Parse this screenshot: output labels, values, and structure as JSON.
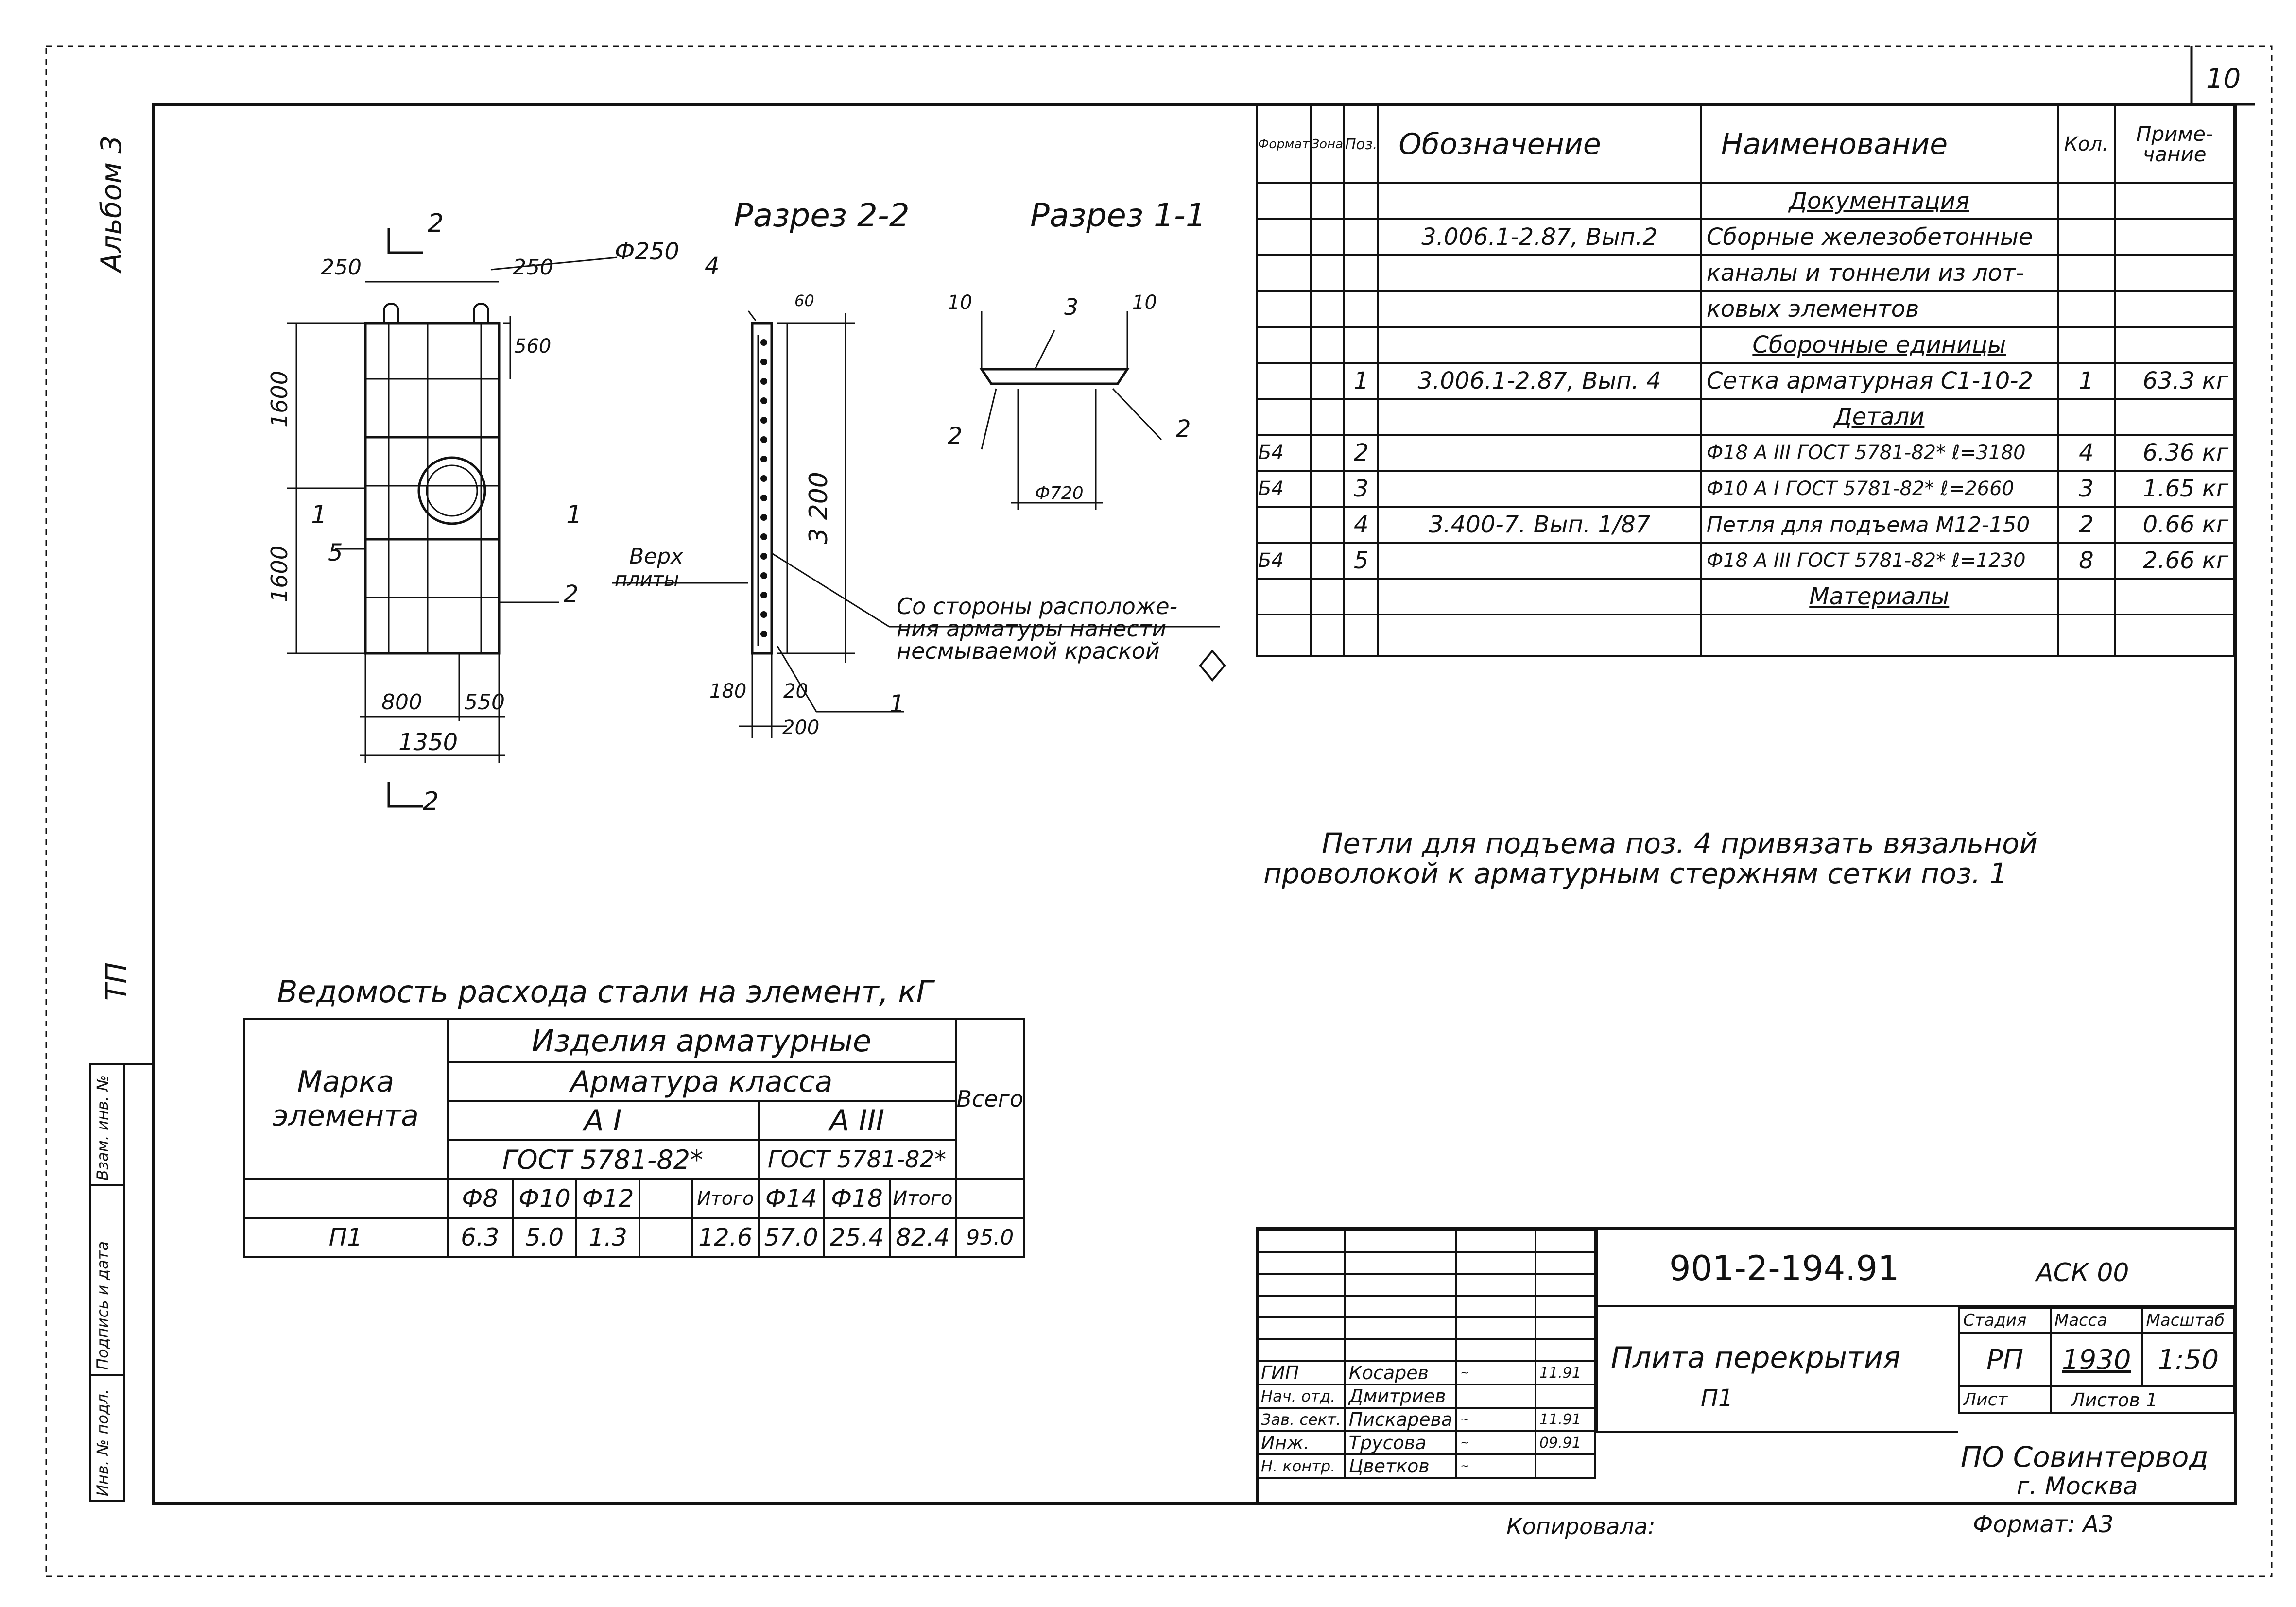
{
  "sheet_number": "10",
  "side_labels": {
    "album": "Альбом 3",
    "tp": "ТП",
    "box": [
      "Инв. № подл.",
      "Подпись и дата",
      "Взам. инв. №"
    ]
  },
  "drawing": {
    "section_22": "Разрез 2-2",
    "section_11": "Разрез 1-1",
    "dims_plan": {
      "d250_left": "250",
      "d250_right": "250",
      "phi250": "Ф250",
      "d560": "560",
      "d1600_top": "1600",
      "d1600_bottom": "1600",
      "d800": "800",
      "d550": "550",
      "d1350": "1350",
      "mark2_top": "2",
      "mark2_bottom": "2",
      "mark1_left": "1",
      "mark1_right": "1",
      "pos5": "5",
      "pos2": "2"
    },
    "dims_section22": {
      "pos4": "4",
      "d60": "60",
      "d3200": "3 200",
      "d180": "180",
      "d20": "20",
      "d200": "200",
      "pos1": "1",
      "top_label_1": "Верх",
      "top_label_2": "плиты"
    },
    "note_paint": [
      "Со стороны расположе-",
      "ния арматуры нанести",
      "несмываемой краской"
    ],
    "dims_section11": {
      "d10_left": "10",
      "pos3": "3",
      "d10_right": "10",
      "pos2_left": "2",
      "pos2_right": "2",
      "phi720": "Ф720"
    }
  },
  "spec": {
    "headers": {
      "format": "Формат",
      "zone": "Зона",
      "pos": "Поз.",
      "designation": "Обозначение",
      "name": "Наименование",
      "qty": "Кол.",
      "note": "Приме-чание"
    },
    "rows": [
      {
        "format": "",
        "pos": "",
        "designation": "",
        "name": "Документация",
        "qty": "",
        "note": "",
        "section": true
      },
      {
        "format": "",
        "pos": "",
        "designation": "3.006.1-2.87, Вып.2",
        "name": "Сборные железобетонные",
        "qty": "",
        "note": "",
        "section": false
      },
      {
        "format": "",
        "pos": "",
        "designation": "",
        "name": "каналы и тоннели из лот-",
        "qty": "",
        "note": "",
        "section": false
      },
      {
        "format": "",
        "pos": "",
        "designation": "",
        "name": "ковых элементов",
        "qty": "",
        "note": "",
        "section": false
      },
      {
        "format": "",
        "pos": "",
        "designation": "",
        "name": "Сборочные единицы",
        "qty": "",
        "note": "",
        "section": true
      },
      {
        "format": "",
        "pos": "1",
        "designation": "3.006.1-2.87, Вып. 4",
        "name": "Сетка арматурная С1-10-2",
        "qty": "1",
        "note": "63.3 кг",
        "section": false
      },
      {
        "format": "",
        "pos": "",
        "designation": "",
        "name": "Детали",
        "qty": "",
        "note": "",
        "section": true
      },
      {
        "format": "Б4",
        "pos": "2",
        "designation": "",
        "name": "Ф18 А III ГОСТ 5781-82* ℓ=3180",
        "qty": "4",
        "note": "6.36 кг",
        "section": false
      },
      {
        "format": "Б4",
        "pos": "3",
        "designation": "",
        "name": "Ф10 А I ГОСТ 5781-82* ℓ=2660",
        "qty": "3",
        "note": "1.65 кг",
        "section": false
      },
      {
        "format": "",
        "pos": "4",
        "designation": "3.400-7. Вып. 1/87",
        "name": "Петля для подъема М12-150",
        "qty": "2",
        "note": "0.66 кг",
        "section": false
      },
      {
        "format": "Б4",
        "pos": "5",
        "designation": "",
        "name": "Ф18 А III ГОСТ 5781-82* ℓ=1230",
        "qty": "8",
        "note": "2.66 кг",
        "section": false
      },
      {
        "format": "",
        "pos": "",
        "designation": "",
        "name": "Материалы",
        "qty": "",
        "note": "",
        "section": true
      },
      {
        "format": "",
        "pos": "",
        "designation": "",
        "name": "",
        "qty": "",
        "note": "",
        "section": false
      }
    ]
  },
  "note_loops": [
    "Петли для подъема поз. 4 привязать вязальной",
    "проволокой к арматурным стержням сетки поз. 1"
  ],
  "steel_table": {
    "title": "Ведомость расхода стали на элемент, кГ",
    "mark_header": "Марка элемента",
    "products": "Изделия арматурные",
    "rebar_class": "Арматура класса",
    "class_a1": "А I",
    "class_a3": "А III",
    "gost_a1": "ГОСТ 5781-82*",
    "gost_a3": "ГОСТ 5781-82*",
    "total_header": "Всего",
    "cols": [
      "Ф8",
      "Ф10",
      "Ф12",
      "",
      "Итого",
      "Ф14",
      "Ф18",
      "Итого"
    ],
    "row": {
      "mark": "П1",
      "values": [
        "6.3",
        "5.0",
        "1.3",
        "",
        "12.6",
        "57.0",
        "25.4",
        "82.4"
      ],
      "total": "95.0"
    }
  },
  "title_block": {
    "code": "901-2-194.91",
    "stamp": "АСК 00",
    "name_line1": "Плита перекрытия",
    "name_line2": "П1",
    "stage_h": "Стадия",
    "mass_h": "Масса",
    "scale_h": "Масштаб",
    "stage": "РП",
    "mass": "1930",
    "scale": "1:50",
    "sheet_h": "Лист",
    "sheets_h": "Листов 1",
    "org1": "ПО Совинтервод",
    "org2": "г. Москва",
    "staff": [
      {
        "role": "ГИП",
        "name": "Косарев",
        "date": "11.91"
      },
      {
        "role": "Нач. отд.",
        "name": "Дмитриев",
        "date": ""
      },
      {
        "role": "Зав. сект.",
        "name": "Пискарева",
        "date": "11.91"
      },
      {
        "role": "Инж.",
        "name": "Трусова",
        "date": "09.91"
      },
      {
        "role": "Н. контр.",
        "name": "Цветков",
        "date": ""
      }
    ]
  },
  "copied": "Копировала:",
  "format": "Формат: А3"
}
